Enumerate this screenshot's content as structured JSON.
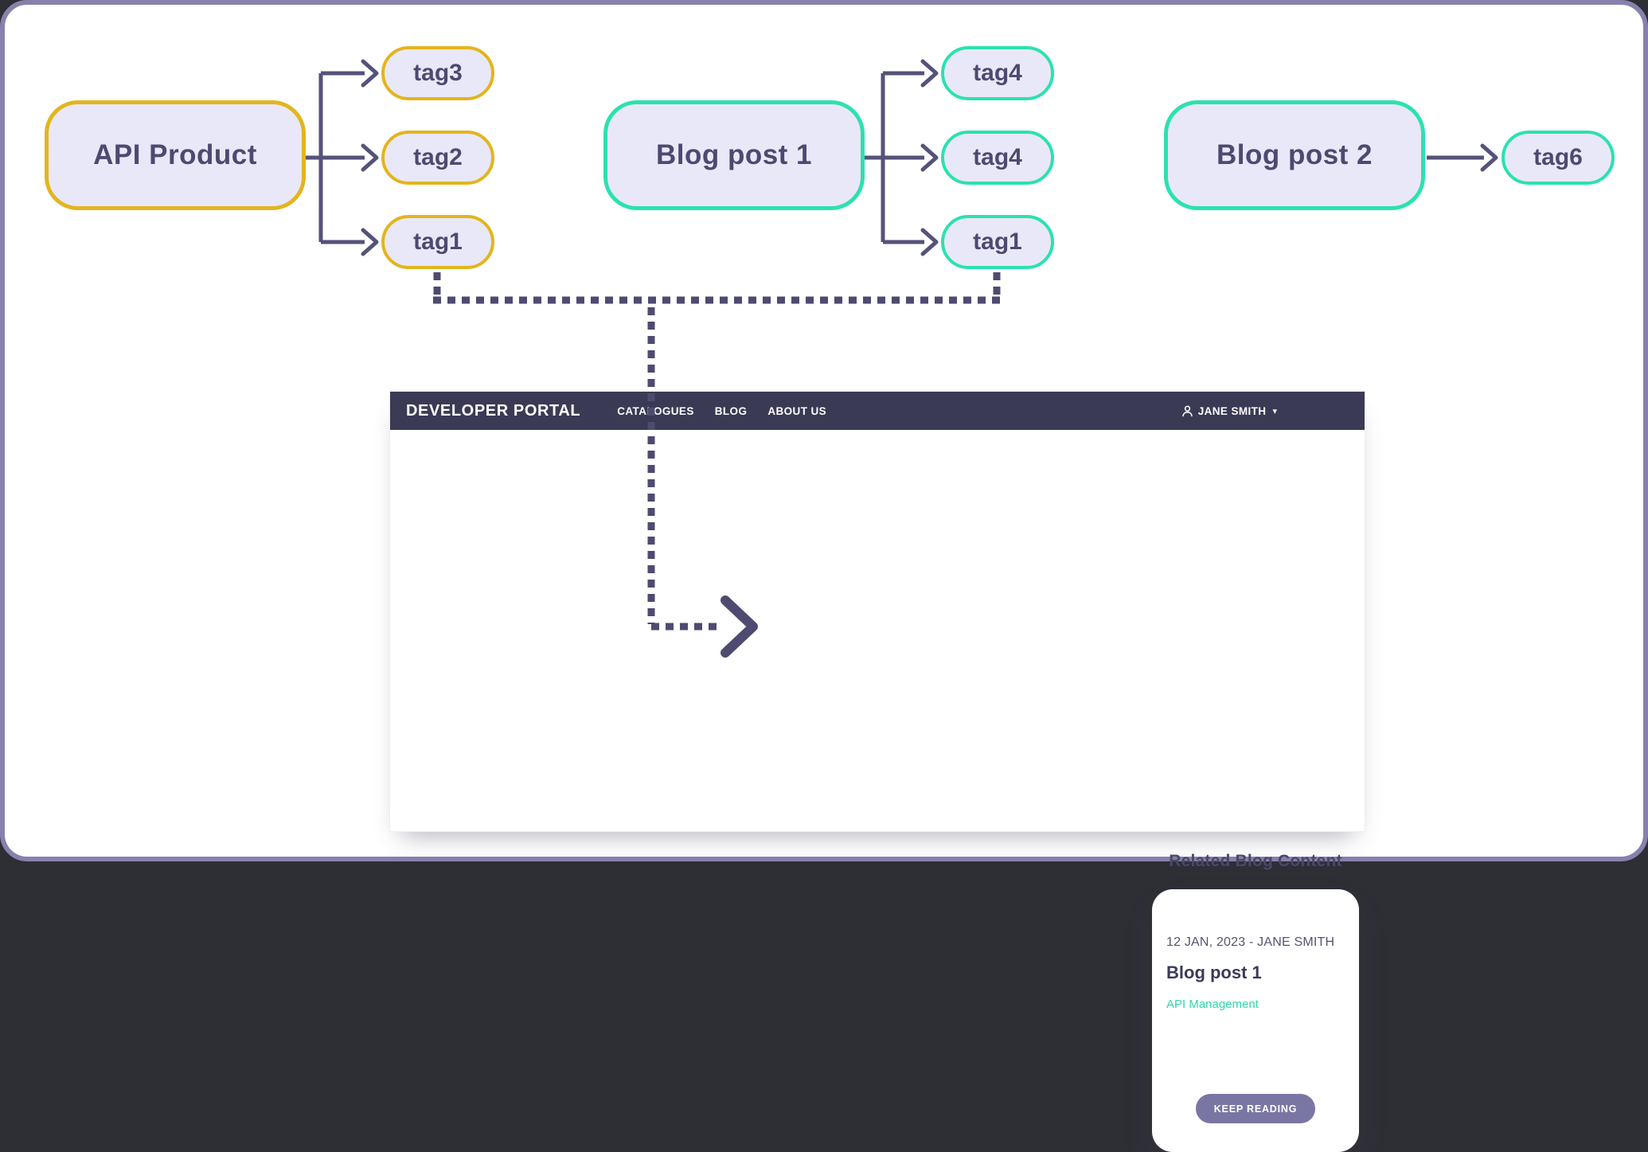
{
  "diagram": {
    "api_product": {
      "label": "API Product",
      "tags": [
        "tag3",
        "tag2",
        "tag1"
      ]
    },
    "blog_post_1": {
      "label": "Blog post 1",
      "tags": [
        "tag4",
        "tag4",
        "tag1"
      ]
    },
    "blog_post_2": {
      "label": "Blog post 2",
      "tags": [
        "tag6"
      ]
    },
    "colors": {
      "node_fill": "#e9e8f8",
      "node_text": "#4d4a71",
      "gold_border": "#e3b51d",
      "teal_border": "#2be2ae",
      "connector": "#55527a",
      "dotted_connector": "#4e4b70",
      "canvas_border": "#8781ae"
    }
  },
  "portal": {
    "navbar": {
      "brand": "DEVELOPER PORTAL",
      "menu": [
        "CATALOGUES",
        "BLOG",
        "ABOUT US"
      ],
      "user": "JANE SMITH",
      "user_icon": "person-icon",
      "caret_icon": "chevron-down-icon",
      "background": "#3b3a55"
    },
    "heading": "Related Blog Content",
    "card": {
      "meta": "12 JAN, 2023 - JANE SMITH",
      "title": "Blog post 1",
      "tag": "API Management",
      "button": "KEEP READING",
      "tag_color": "#2ed9a7",
      "button_color": "#7a76a3"
    }
  }
}
